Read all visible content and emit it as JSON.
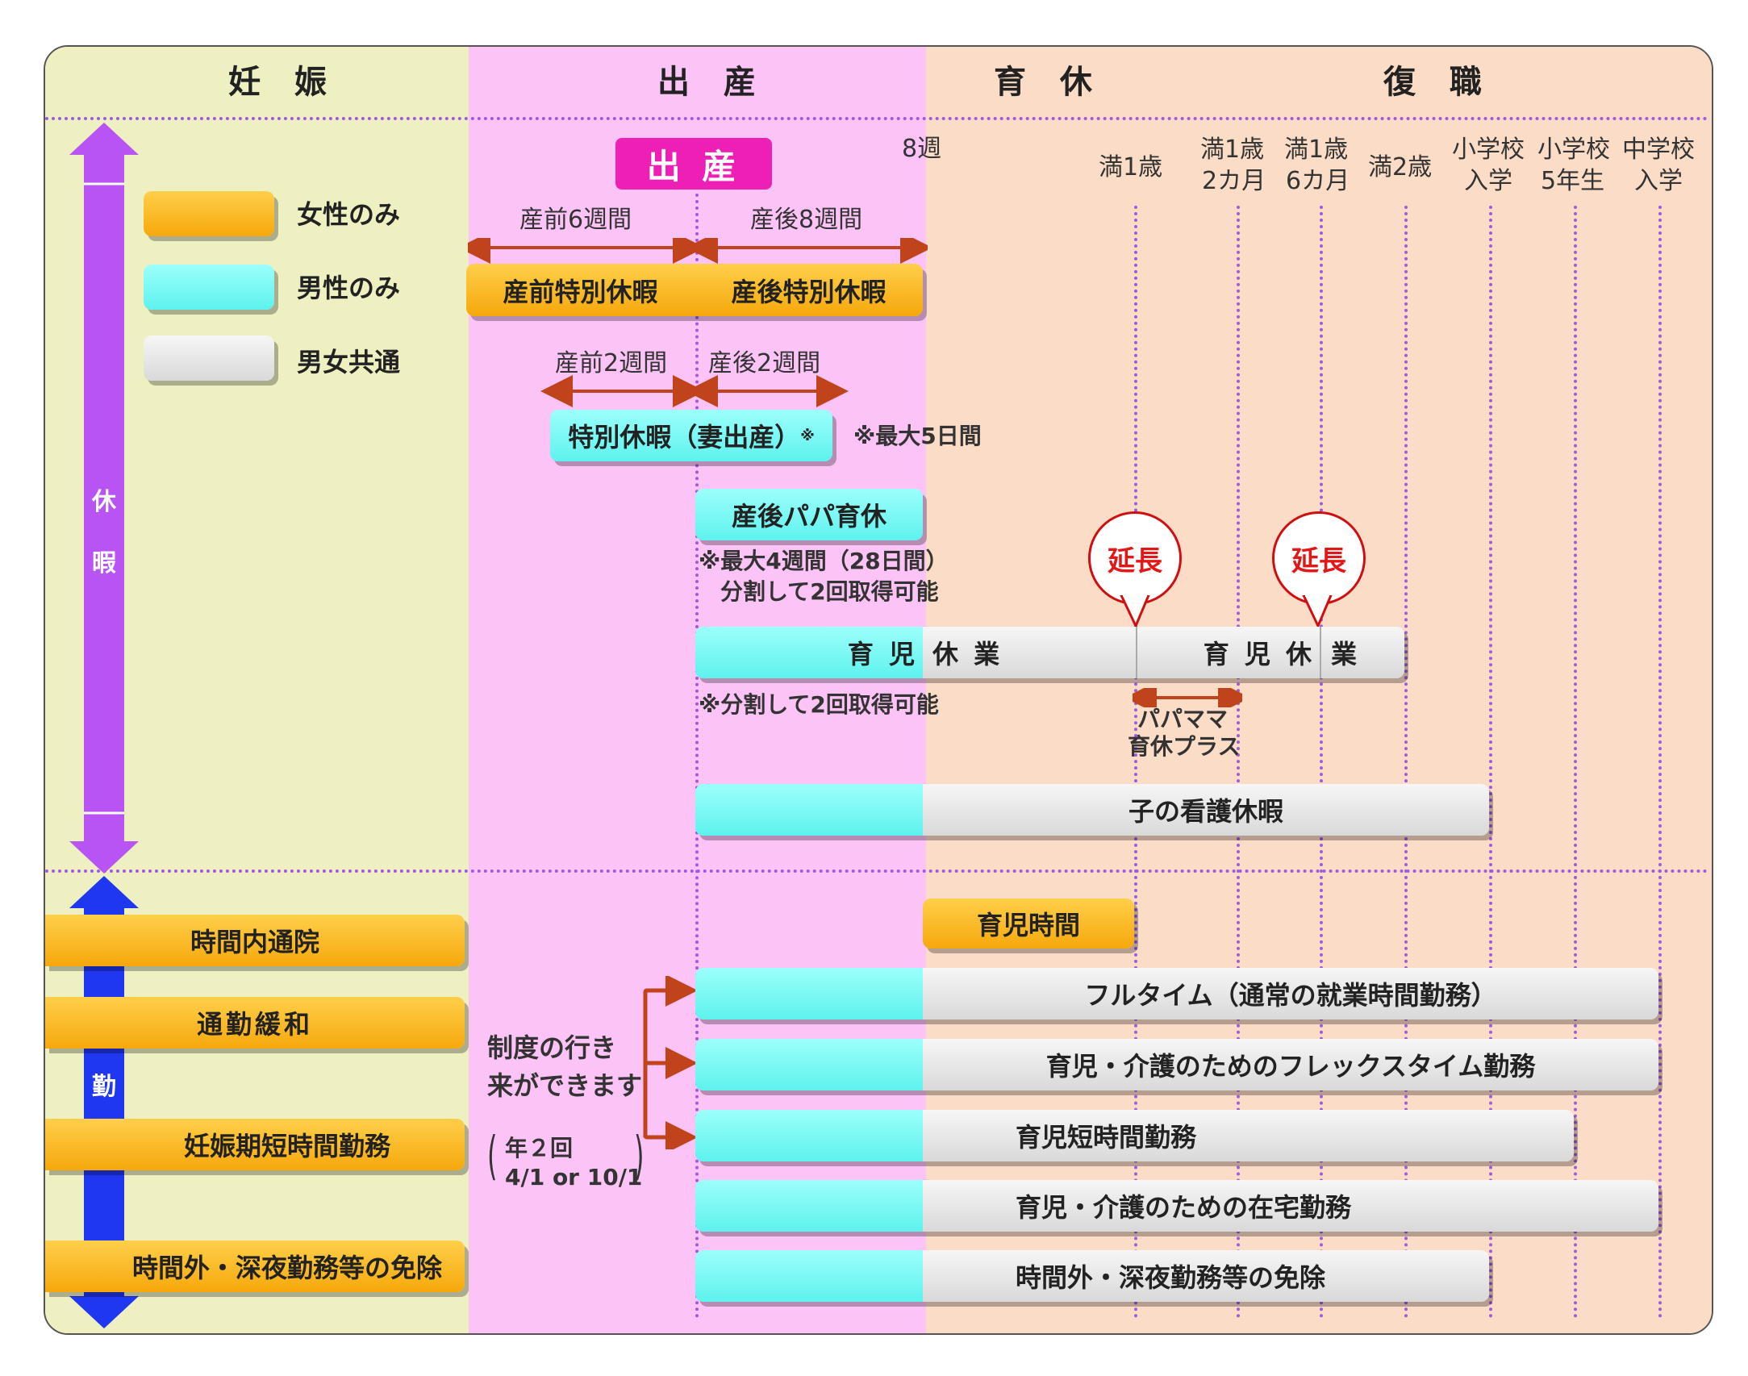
{
  "headers": {
    "pregnancy": "妊 娠",
    "birth": "出 産",
    "childcare_leave": "育 休",
    "return": "復 職"
  },
  "birth_badge": "出 産",
  "week8": "8週",
  "milestones": [
    {
      "line1": "満1歳",
      "line2": ""
    },
    {
      "line1": "満1歳",
      "line2": "2カ月"
    },
    {
      "line1": "満1歳",
      "line2": "6カ月"
    },
    {
      "line1": "満2歳",
      "line2": ""
    },
    {
      "line1": "小学校",
      "line2": "入学"
    },
    {
      "line1": "小学校",
      "line2": "5年生"
    },
    {
      "line1": "中学校",
      "line2": "入学"
    }
  ],
  "legend": [
    {
      "label": "女性のみ",
      "color": "#f8b21a"
    },
    {
      "label": "男性のみ",
      "color": "#6ff6f2"
    },
    {
      "label": "男女共通",
      "color": "#e2e2e2"
    }
  ],
  "side_labels": {
    "leave": "休暇",
    "work": "勤務"
  },
  "periods": {
    "pre6": "産前6週間",
    "post8": "産後8週間",
    "pre2": "産前2週間",
    "post2": "産後2週間"
  },
  "bars": {
    "maternity_pre": "産前特別休暇",
    "maternity_post": "産後特別休暇",
    "spouse_birth": "特別休暇（妻出産）",
    "spouse_birth_mark": "※",
    "spouse_note": "※最大5日間",
    "papa": "産後パパ育休",
    "papa_note1": "※最大4週間（28日間）",
    "papa_note2": "分割して2回取得可能",
    "childcare_part1": "育 児",
    "childcare_part2": "休 業",
    "childcare_part3": "育 児 休",
    "childcare_part4": "業",
    "childcare_note": "※分割して2回取得可能",
    "extend": "延長",
    "papamama1": "パパママ",
    "papamama2": "育休プラス",
    "nursing": "子の看護休暇",
    "nursing_time": "育児時間",
    "fulltime": "フルタイム（通常の就業時間勤務）",
    "flex": "育児・介護のためのフレックスタイム勤務",
    "short": "育児短時間勤務",
    "remote": "育児・介護のための在宅勤務",
    "exempt": "時間外・深夜勤務等の免除"
  },
  "left_bars": {
    "hospital": "時間内通院",
    "commute": "通勤緩和",
    "preg_short": "妊娠期短時間勤務",
    "overtime_exempt": "時間外・深夜勤務等の免除"
  },
  "switch_note": {
    "line1": "制度の行き",
    "line2": "来ができます",
    "paren1": "年２回",
    "paren2": "4/1 or 10/1"
  }
}
